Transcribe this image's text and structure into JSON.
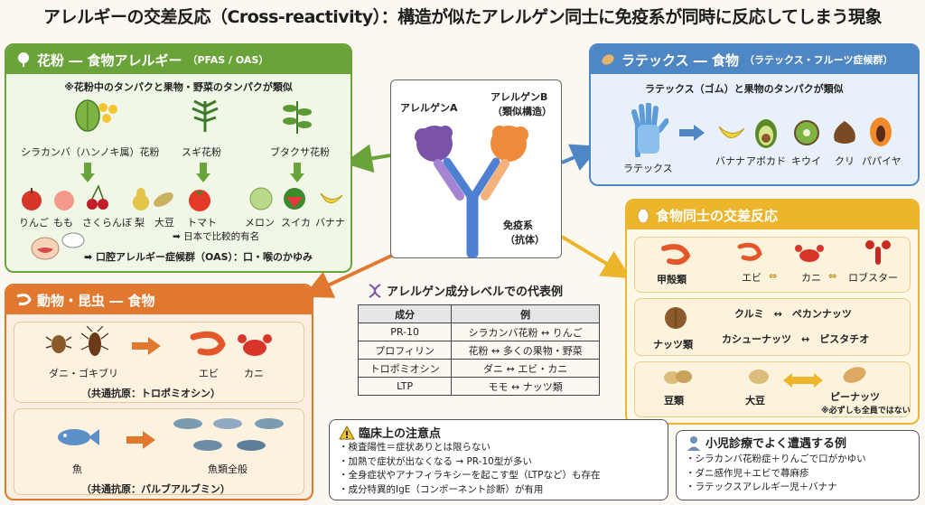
{
  "title": "アレルギーの交差反応（Cross-reactivity）：構造が似たアレルゲン同士に免疫系が同時に反応してしまう現象",
  "center": {
    "allergen_a": "アレルゲンA",
    "allergen_b": "アレルゲンB",
    "allergen_b_note": "（類似構造）",
    "immune": "免疫系",
    "immune_note": "（抗体）"
  },
  "pollen": {
    "title": "花粉 ― 食物アレルギー",
    "title_note": "（PFAS / OAS）",
    "subtitle": "※花粉中のタンパクと果物・野菜のタンパクが類似",
    "sources": [
      "シラカンバ（ハンノキ属）花粉",
      "スギ花粉",
      "ブタクサ花粉"
    ],
    "foods_birch": [
      "りんご",
      "もも",
      "さくらんぼ",
      "梨",
      "大豆"
    ],
    "foods_cedar": [
      "トマト"
    ],
    "foods_ragweed": [
      "メロン",
      "スイカ",
      "バナナ"
    ],
    "cedar_note": "➡ 日本で比較的有名",
    "oas_note": "➡ 口腔アレルギー症候群（OAS）：口・喉のかゆみ"
  },
  "latex": {
    "title": "ラテックス ― 食物",
    "title_note": "（ラテックス・フルーツ症候群）",
    "subtitle": "ラテックス（ゴム）と果物のタンパクが類似",
    "source": "ラテックス",
    "foods": [
      "バナナ",
      "アボカド",
      "キウイ",
      "クリ",
      "パパイヤ"
    ]
  },
  "food_food": {
    "title": "食物同士の交差反応",
    "groups": [
      {
        "label": "甲殻類",
        "text": [
          "エビ",
          "⇔",
          "カニ",
          "⇔",
          "ロブスター"
        ]
      },
      {
        "label": "ナッツ類",
        "line1": "クルミ　↔　ペカンナッツ",
        "line2": "カシューナッツ　↔　ピスタチオ"
      },
      {
        "label": "豆類",
        "left": "大豆",
        "right": "ピーナッツ",
        "note": "※必ずしも全員ではない"
      }
    ]
  },
  "animal": {
    "title": "動物・昆虫 ― 食物",
    "row1_source": "ダニ・ゴキブリ",
    "row1_foods": [
      "エビ",
      "カニ"
    ],
    "row1_note": "（共通抗原：トロポミオシン）",
    "row2_source": "魚",
    "row2_food": "魚類全般",
    "row2_note": "（共通抗原：パルブアルブミン）"
  },
  "components": {
    "title": "アレルゲン成分レベルでの代表例",
    "headers": [
      "成分",
      "例"
    ],
    "rows": [
      [
        "PR-10",
        "シラカンバ花粉 ↔ りんご"
      ],
      [
        "プロフィリン",
        "花粉 ↔ 多くの果物・野菜"
      ],
      [
        "トロポミオシン",
        "ダニ ↔ エビ・カニ"
      ],
      [
        "LTP",
        "モモ ↔ ナッツ類"
      ]
    ]
  },
  "clinical": {
    "title": "臨床上の注意点",
    "items": [
      "・検査陽性＝症状ありとは限らない",
      "・加熱で症状が出なくなる → PR-10型が多い",
      "・全身症状やアナフィラキシーを起こす型（LTPなど）も存在",
      "・成分特異的IgE（コンポーネント診断）が有用"
    ]
  },
  "pediatric": {
    "title": "小児診療でよく遭遇する例",
    "items": [
      "・シラカンバ花粉症＋りんごで口がかゆい",
      "・ダニ感作児＋エビで蕁麻疹",
      "・ラテックスアレルギー児＋バナナ"
    ]
  },
  "colors": {
    "green": "#6aa33a",
    "blue": "#4f87c5",
    "orange": "#e0782f",
    "yellow": "#ecb52b"
  }
}
